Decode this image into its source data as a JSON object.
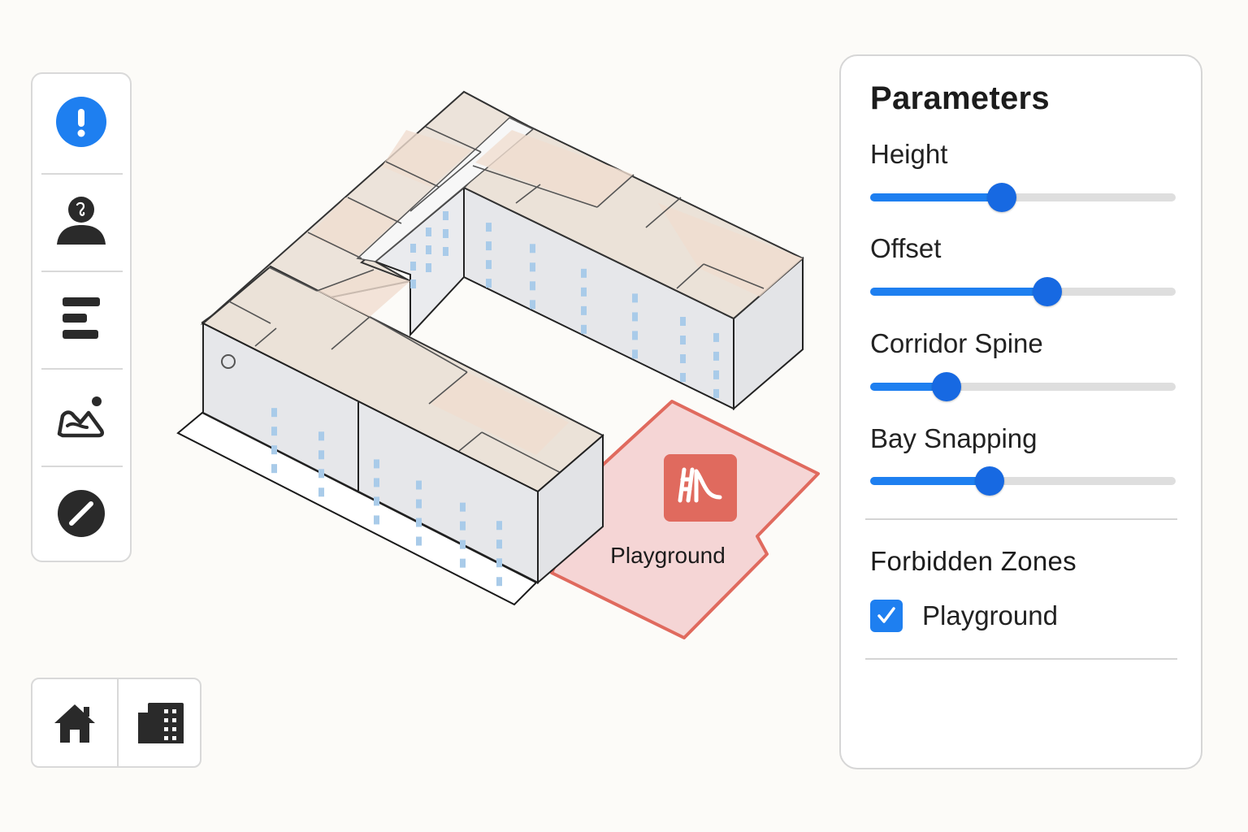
{
  "toolbar": {
    "tools": [
      {
        "icon": "alert-icon",
        "color": "#1e7ff0",
        "active": true
      },
      {
        "icon": "person-icon"
      },
      {
        "icon": "align-left-icon"
      },
      {
        "icon": "landscape-icon"
      },
      {
        "icon": "slash-circle-icon"
      }
    ]
  },
  "view_switcher": {
    "buttons": [
      {
        "icon": "home-icon"
      },
      {
        "icon": "building-icon"
      }
    ]
  },
  "scene": {
    "zone": {
      "label": "Playground",
      "icon": "slide-icon",
      "color": "#e06a5e"
    },
    "accent_window_color": "#a9cbe9"
  },
  "panel": {
    "title": "Parameters",
    "params": [
      {
        "label": "Height",
        "value": 0.43
      },
      {
        "label": "Offset",
        "value": 0.58
      },
      {
        "label": "Corridor Spine",
        "value": 0.25
      },
      {
        "label": "Bay Snapping",
        "value": 0.39
      }
    ],
    "forbidden_zones": {
      "title": "Forbidden Zones",
      "items": [
        {
          "label": "Playground",
          "checked": true
        }
      ]
    },
    "accent_color": "#1e7ff0"
  }
}
